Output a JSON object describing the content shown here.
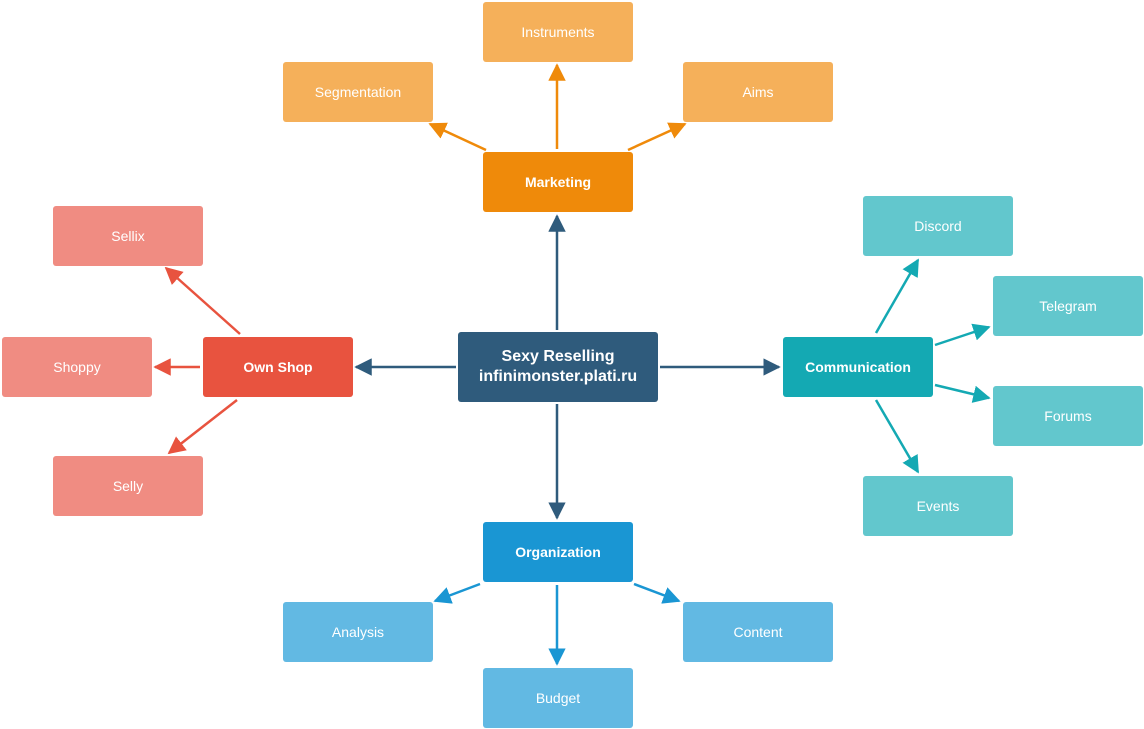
{
  "colors": {
    "center": "#2f5b7c",
    "marketing": "#ef8a0a",
    "marketing_child": "#f5b05a",
    "marketing_edge": "#ef8a0a",
    "own_shop": "#e8533f",
    "own_shop_child": "#f08c82",
    "own_shop_edge": "#e8533f",
    "communication": "#14a9b3",
    "communication_child": "#62c7cd",
    "communication_edge": "#14a9b3",
    "organization": "#1a96d3",
    "organization_child": "#62b9e3",
    "organization_edge": "#1a96d3",
    "center_edge": "#2f5b7c"
  },
  "center": {
    "line1": "Sexy Reselling",
    "line2": "infinimonster.plati.ru"
  },
  "marketing": {
    "label": "Marketing",
    "children": [
      "Segmentation",
      "Instruments",
      "Aims"
    ]
  },
  "own_shop": {
    "label": "Own Shop",
    "children": [
      "Sellix",
      "Shoppy",
      "Selly"
    ]
  },
  "communication": {
    "label": "Communication",
    "children": [
      "Discord",
      "Telegram",
      "Forums",
      "Events"
    ]
  },
  "organization": {
    "label": "Organization",
    "children": [
      "Analysis",
      "Budget",
      "Content"
    ]
  }
}
